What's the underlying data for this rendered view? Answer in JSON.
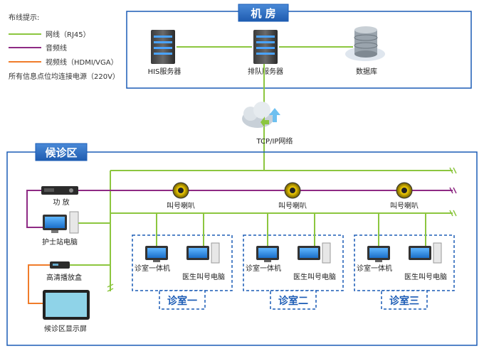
{
  "legend": {
    "title": "布线提示:",
    "items": [
      {
        "label": "网线（RJ45）",
        "color": "#8cc63f"
      },
      {
        "label": "音频线",
        "color": "#8e2a84"
      },
      {
        "label": "视频线（HDMI/VGA）",
        "color": "#f07c2a"
      }
    ],
    "note": "所有信息点位均连接电源（220V）"
  },
  "machine_room": {
    "title": "机 房",
    "nodes": {
      "his": "HIS服务器",
      "queue": "排队服务器",
      "db": "数据库"
    }
  },
  "network": {
    "label": "TCP/IP网络"
  },
  "waiting_area": {
    "title": "候诊区",
    "amp": "功 放",
    "nurse_pc": "护士站电脑",
    "hd_box": "高清播放盒",
    "display": "候诊区显示屏",
    "speakers": [
      "叫号喇叭",
      "叫号喇叭",
      "叫号喇叭"
    ]
  },
  "rooms": [
    {
      "name": "诊室一",
      "terminal": "诊室一体机",
      "pc": "医生叫号电脑"
    },
    {
      "name": "诊室二",
      "terminal": "诊室一体机",
      "pc": "医生叫号电脑"
    },
    {
      "name": "诊室三",
      "terminal": "诊室一体机",
      "pc": "医生叫号电脑"
    }
  ],
  "colors": {
    "frame": "#1a5bb5",
    "net": "#8cc63f",
    "audio": "#8e2a84",
    "video": "#f07c2a",
    "title_fill": "#2f6fc4"
  }
}
